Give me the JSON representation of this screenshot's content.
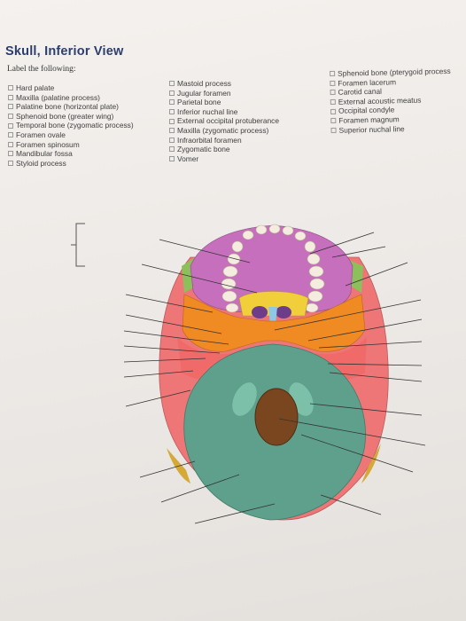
{
  "worksheet": {
    "title": "Skull, Inferior View",
    "instruction": "Label the following:"
  },
  "labels": {
    "column1": [
      "Hard palate",
      "Maxilla (palatine process)",
      "Palatine bone (horizontal plate)",
      "Sphenoid bone (greater wing)",
      "Temporal bone (zygomatic process)",
      "Foramen ovale",
      "Foramen spinosum",
      "Mandibular fossa",
      "Styloid process"
    ],
    "column2": [
      "Mastoid process",
      "Jugular foramen",
      "Parietal bone",
      "Inferior nuchal line",
      "External occipital protuberance",
      "Maxilla (zygomatic process)",
      "Infraorbital foramen",
      "Zygomatic bone",
      "Vomer"
    ],
    "column3": [
      "Sphenoid bone (pterygoid process",
      "Foramen lacerum",
      "Carotid canal",
      "External acoustic meatus",
      "Occipital condyle",
      "Foramen magnum",
      "Superior nuchal line"
    ]
  },
  "colors": {
    "title": "#2d3e6e",
    "maxilla": "#c66fbc",
    "palatine": "#f0cf3a",
    "sphenoid": "#f08a23",
    "temporal": "#ee7677",
    "occipital": "#5ea08c",
    "zygomatic": "#8dbf5a",
    "vomer": "#8ec8e4",
    "foramen_magnum": "#7a4620"
  }
}
